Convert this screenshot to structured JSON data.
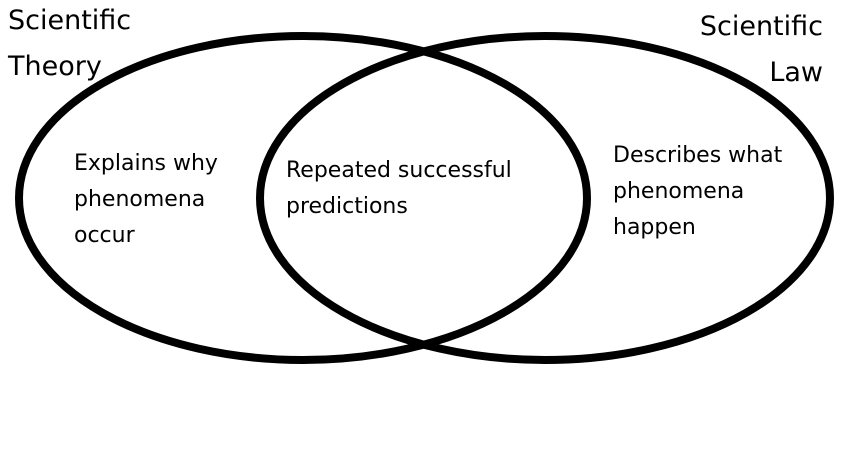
{
  "diagram": {
    "left_set": {
      "title_lines": [
        "Scientific",
        "Theory"
      ],
      "text_lines": [
        "Explains why",
        "phenomena",
        "occur"
      ]
    },
    "right_set": {
      "title_lines": [
        "Scientific",
        "Law"
      ],
      "text_lines": [
        "Describes what",
        "phenomena",
        "happen"
      ]
    },
    "overlap": {
      "text_lines": [
        "Repeated successful",
        "predictions"
      ]
    },
    "stroke_color": "#000000",
    "background_color": "#ffffff"
  }
}
